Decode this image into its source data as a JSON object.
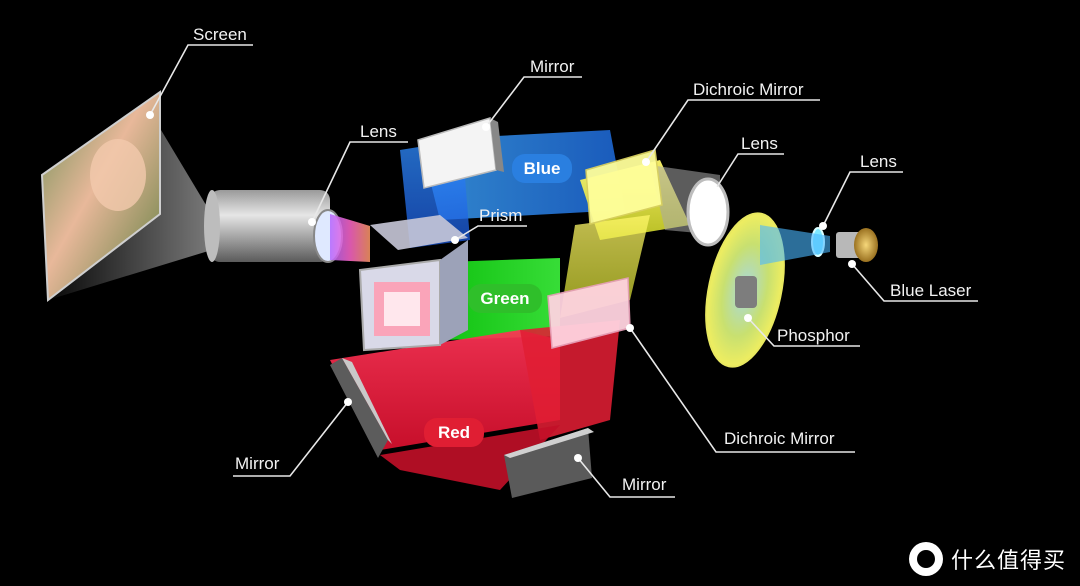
{
  "labels": {
    "screen": "Screen",
    "lens_projection": "Lens",
    "mirror_top": "Mirror",
    "dichroic_top": "Dichroic Mirror",
    "lens_right": "Lens",
    "lens_laser": "Lens",
    "prism": "Prism",
    "blue_laser": "Blue Laser",
    "phosphor": "Phosphor",
    "dichroic_bottom": "Dichroic Mirror",
    "mirror_left": "Mirror",
    "mirror_bottom": "Mirror"
  },
  "beams": {
    "blue": "Blue",
    "green": "Green",
    "red": "Red"
  },
  "colors": {
    "blue_pill": "#2a7fe0",
    "green_pill": "#2fbf2a",
    "red_pill": "#e01e33",
    "blue_beam": "#3aa0ff",
    "green_beam": "#22ee22",
    "red_beam": "#ff2244",
    "yellow_beam": "#f5f03a"
  },
  "watermark": {
    "icon": "zhi-logo-icon",
    "text": "什么值得买"
  }
}
